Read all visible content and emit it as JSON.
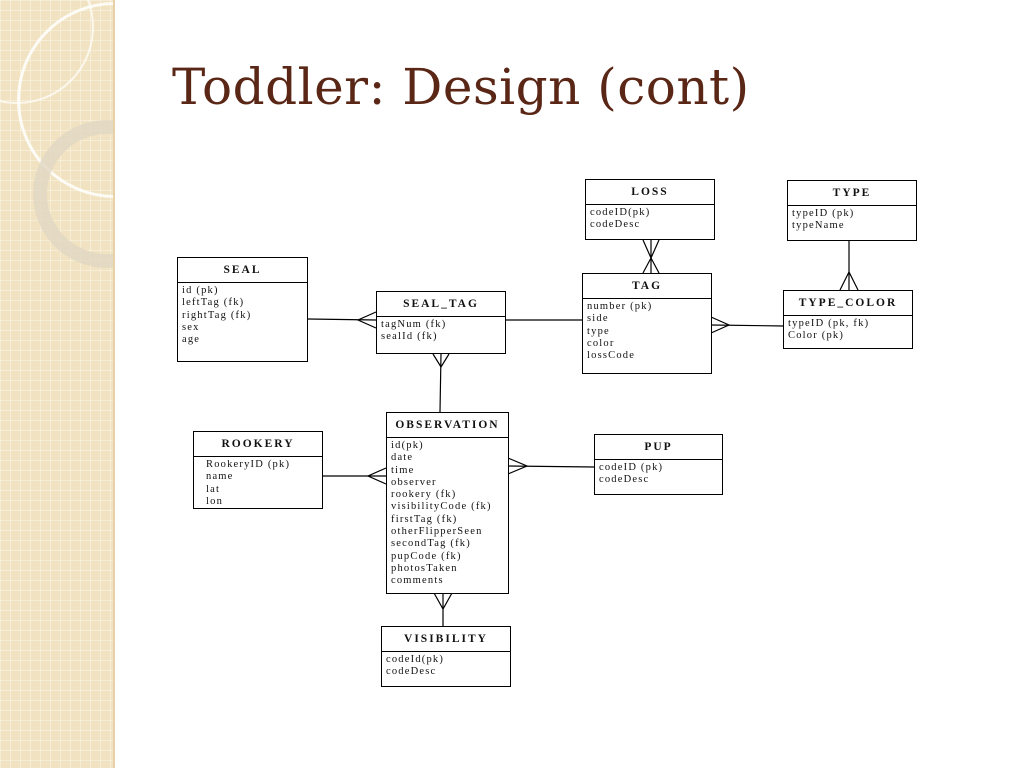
{
  "slide": {
    "title": "Toddler: Design (cont)"
  },
  "entities": {
    "loss": {
      "name": "LOSS",
      "attributes": [
        "codeID(pk)",
        "codeDesc"
      ]
    },
    "type": {
      "name": "TYPE",
      "attributes": [
        "typeID (pk)",
        "typeName"
      ]
    },
    "seal": {
      "name": "SEAL",
      "attributes": [
        "id (pk)",
        "leftTag (fk)",
        "rightTag (fk)",
        "sex",
        "age"
      ]
    },
    "seal_tag": {
      "name": "SEAL_TAG",
      "attributes": [
        "tagNum (fk)",
        "sealId (fk)"
      ]
    },
    "tag": {
      "name": "TAG",
      "attributes": [
        "number (pk)",
        "side",
        "type",
        "color",
        "lossCode"
      ]
    },
    "type_color": {
      "name": "TYPE_COLOR",
      "attributes": [
        "typeID (pk, fk)",
        "Color (pk)"
      ]
    },
    "rookery": {
      "name": "ROOKERY",
      "attributes": [
        "RookeryID (pk)",
        "name",
        "lat",
        "lon"
      ]
    },
    "observation": {
      "name": "OBSERVATION",
      "attributes": [
        "id(pk)",
        "date",
        "time",
        "observer",
        "rookery (fk)",
        "visibilityCode (fk)",
        "firstTag (fk)",
        "otherFlipperSeen",
        "secondTag (fk)",
        "pupCode (fk)",
        "photosTaken",
        "comments"
      ]
    },
    "pup": {
      "name": "PUP",
      "attributes": [
        "codeID (pk)",
        "codeDesc"
      ]
    },
    "visibility": {
      "name": "VISIBILITY",
      "attributes": [
        "codeId(pk)",
        "codeDesc"
      ]
    }
  }
}
